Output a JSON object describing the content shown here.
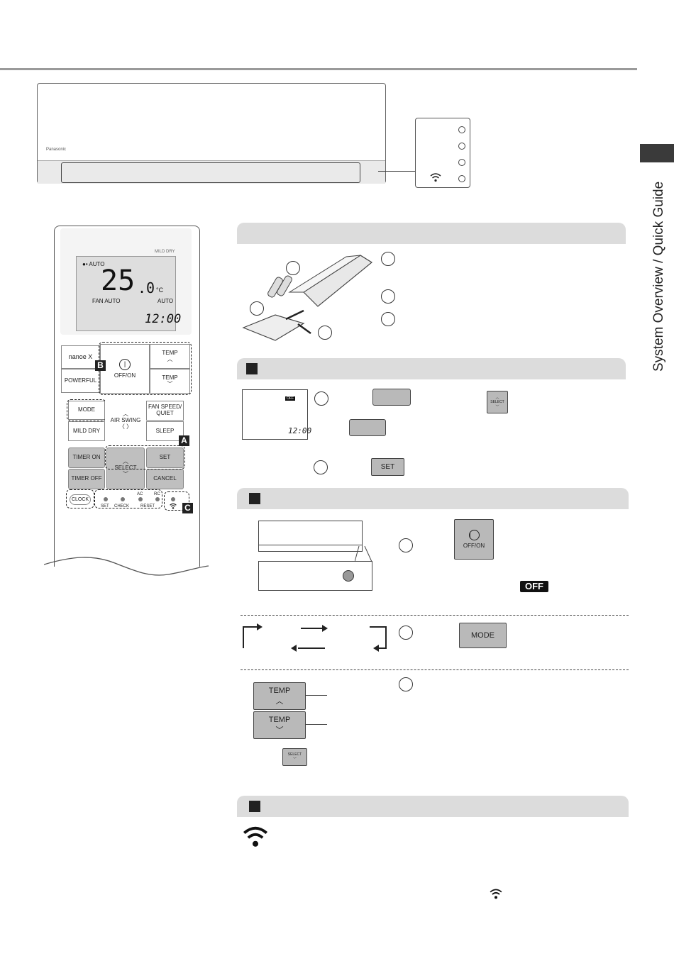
{
  "side_label": "System Overview / Quick Guide",
  "indoor_unit": {
    "brand": "Panasonic"
  },
  "remote": {
    "lcd": {
      "mild_dry": "MILD DRY",
      "mode": "AUTO",
      "temperature": "25",
      "temperature_decimal": ".0",
      "unit": "°C",
      "fan": "FAN AUTO",
      "swing": "AUTO",
      "clock": "12:00"
    },
    "buttons": {
      "nanoex": "nanoe X",
      "powerful": "POWERFUL",
      "offon": "OFF/ON",
      "temp": "TEMP",
      "mode": "MODE",
      "air_swing": "AIR SWING",
      "fan_speed": "FAN SPEED/ QUIET",
      "mild_dry": "MILD DRY",
      "sleep": "SLEEP",
      "timer_on": "TIMER ON",
      "timer_off": "TIMER OFF",
      "select": "SELECT",
      "set": "SET",
      "cancel": "CANCEL",
      "clock": "CLOCK",
      "set_small": "SET",
      "check": "CHECK",
      "ac": "AC",
      "reset": "RESET",
      "rc": "RC"
    },
    "tags": {
      "a": "A",
      "b": "B",
      "c": "C"
    }
  },
  "clock_section": {
    "lcd_off": "OFF",
    "lcd_clock": "12:00",
    "select_small": "SELECT",
    "set_button": "SET"
  },
  "power_section": {
    "offon_button": "OFF/ON",
    "off_badge": "OFF"
  },
  "mode_section": {
    "mode_button": "MODE"
  },
  "temp_section": {
    "temp_up": "TEMP",
    "temp_down": "TEMP",
    "select_small": "SELECT"
  }
}
